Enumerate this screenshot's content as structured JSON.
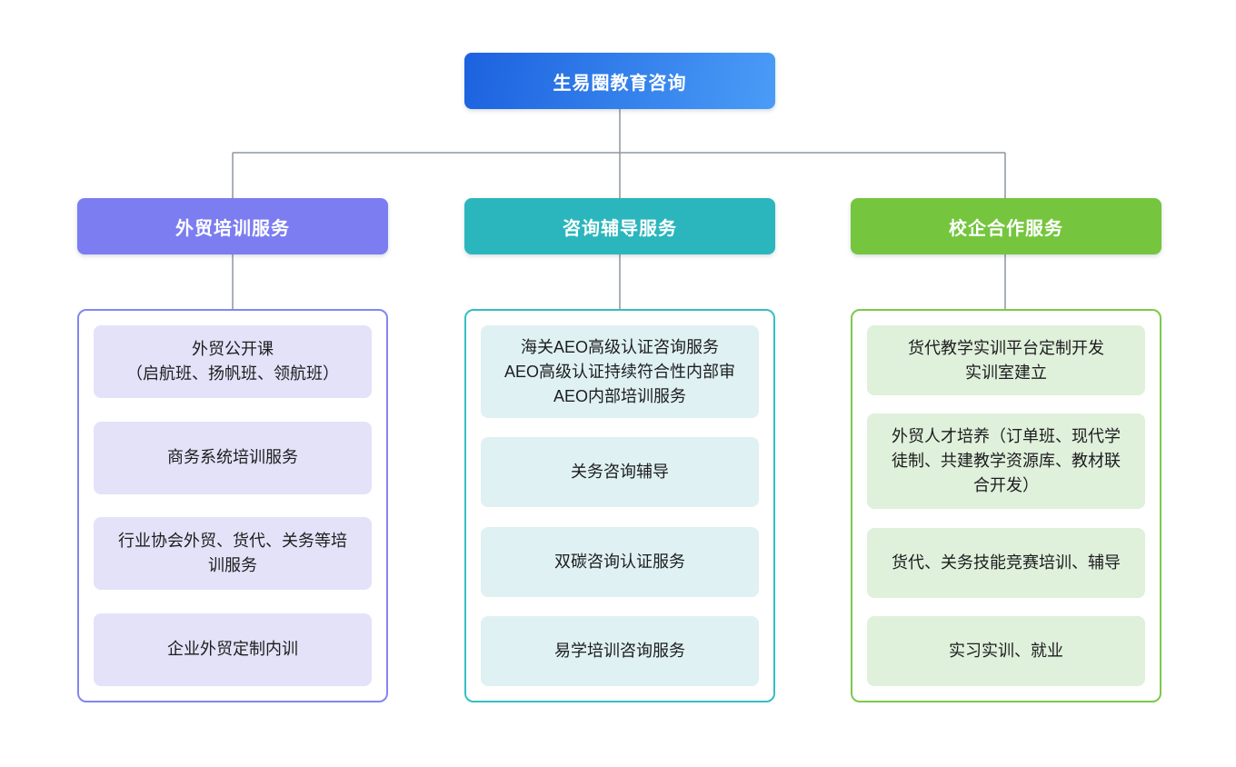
{
  "root": {
    "label": "生易圈教育咨询"
  },
  "branches": [
    {
      "label": "外贸培训服务",
      "items": [
        [
          "外贸公开课",
          "（启航班、扬帆班、领航班）"
        ],
        [
          "商务系统培训服务"
        ],
        [
          "行业协会外贸、货代、关务等培训服务"
        ],
        [
          "企业外贸定制内训"
        ]
      ]
    },
    {
      "label": "咨询辅导服务",
      "items": [
        [
          "海关AEO高级认证咨询服务",
          "AEO高级认证持续符合性内部审",
          "AEO内部培训服务"
        ],
        [
          "关务咨询辅导"
        ],
        [
          "双碳咨询认证服务"
        ],
        [
          "易学培训咨询服务"
        ]
      ]
    },
    {
      "label": "校企合作服务",
      "items": [
        [
          "货代教学实训平台定制开发",
          "实训室建立"
        ],
        [
          "外贸人才培养（订单班、现代学徒制、共建教学资源库、教材联合开发）"
        ],
        [
          "货代、关务技能竞赛培训、辅导"
        ],
        [
          "实习实训、就业"
        ]
      ]
    }
  ],
  "colors": {
    "root_gradient_start": "#1c62df",
    "root_gradient_end": "#4a9cf7",
    "branch_purple": "#7b7df0",
    "branch_teal": "#2bb6bd",
    "branch_green": "#75c53e",
    "item_bg_purple": "#e4e2f8",
    "item_bg_teal": "#dff1f3",
    "item_bg_green": "#dff0db",
    "connector_gray": "#8e959e",
    "background": "#ffffff"
  }
}
